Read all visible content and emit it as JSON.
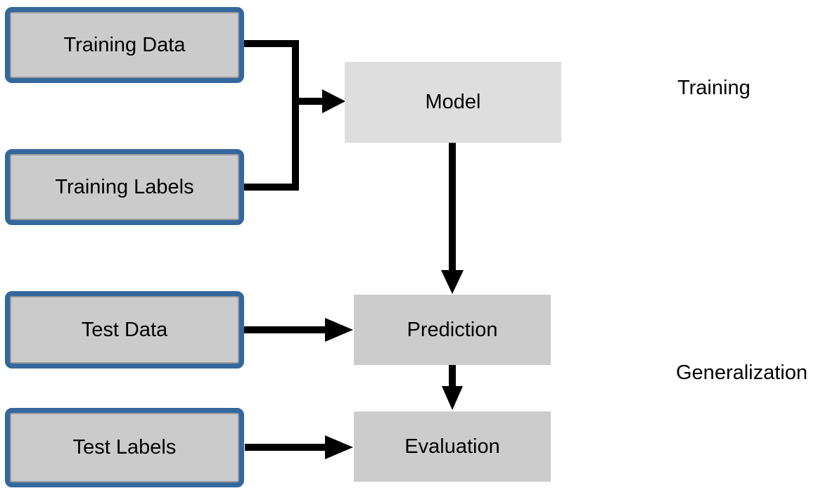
{
  "diagram": {
    "boxes": {
      "training_data": {
        "label": "Training Data"
      },
      "training_labels": {
        "label": "Training Labels"
      },
      "model": {
        "label": "Model"
      },
      "test_data": {
        "label": "Test Data"
      },
      "test_labels": {
        "label": "Test Labels"
      },
      "prediction": {
        "label": "Prediction"
      },
      "evaluation": {
        "label": "Evaluation"
      }
    },
    "annotations": {
      "training": "Training",
      "generalization": "Generalization"
    },
    "edges": [
      {
        "from": "training_data",
        "to": "model"
      },
      {
        "from": "training_labels",
        "to": "model"
      },
      {
        "from": "model",
        "to": "prediction"
      },
      {
        "from": "test_data",
        "to": "prediction"
      },
      {
        "from": "prediction",
        "to": "evaluation"
      },
      {
        "from": "test_labels",
        "to": "evaluation"
      }
    ],
    "colors": {
      "background": "#ffffff",
      "text": "#000000",
      "connector": "#000000",
      "input_box_border": "#34679e",
      "input_box_fill": "#cbcbcb",
      "input_box_inner_border": "#9a9a9a",
      "model_fill": "#dedede",
      "process_fill": "#cccccc"
    }
  }
}
